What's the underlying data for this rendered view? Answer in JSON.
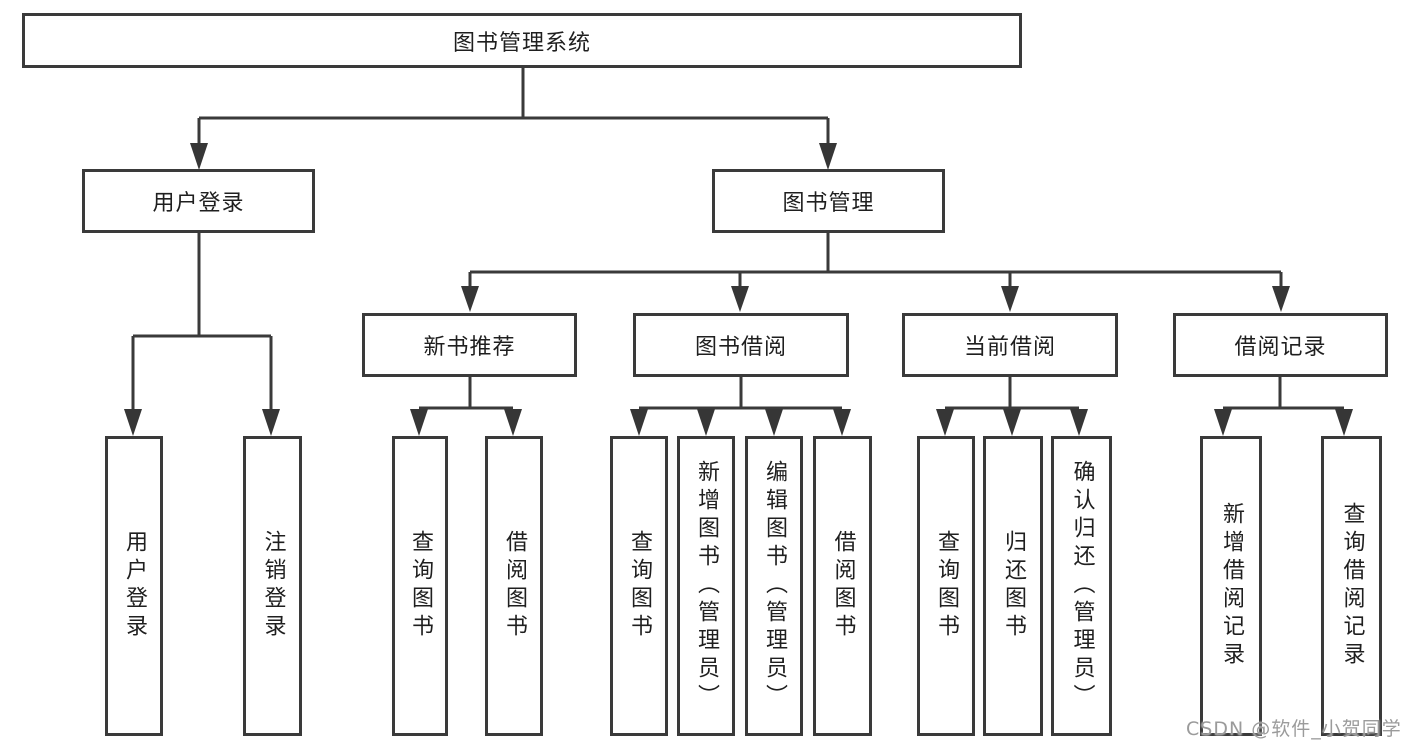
{
  "diagram": {
    "root": {
      "label": "图书管理系统"
    },
    "branches": [
      {
        "label": "用户登录",
        "children": [
          {
            "label": "用户登录"
          },
          {
            "label": "注销登录"
          }
        ]
      },
      {
        "label": "图书管理",
        "children": [
          {
            "label": "新书推荐",
            "children": [
              {
                "label": "查询图书"
              },
              {
                "label": "借阅图书"
              }
            ]
          },
          {
            "label": "图书借阅",
            "children": [
              {
                "label": "查询图书"
              },
              {
                "label": "新增图书（管理员）"
              },
              {
                "label": "编辑图书（管理员）"
              },
              {
                "label": "借阅图书"
              }
            ]
          },
          {
            "label": "当前借阅",
            "children": [
              {
                "label": "查询图书"
              },
              {
                "label": "归还图书"
              },
              {
                "label": "确认归还（管理员）"
              }
            ]
          },
          {
            "label": "借阅记录",
            "children": [
              {
                "label": "新增借阅记录"
              },
              {
                "label": "查询借阅记录"
              }
            ]
          }
        ]
      }
    ]
  },
  "watermark": {
    "text": "CSDN @软件_小贺同学"
  },
  "colors": {
    "line": "#3a3a3a",
    "text": "#1f1f1f",
    "background": "#ffffff",
    "watermark": "#9b9b9b"
  }
}
